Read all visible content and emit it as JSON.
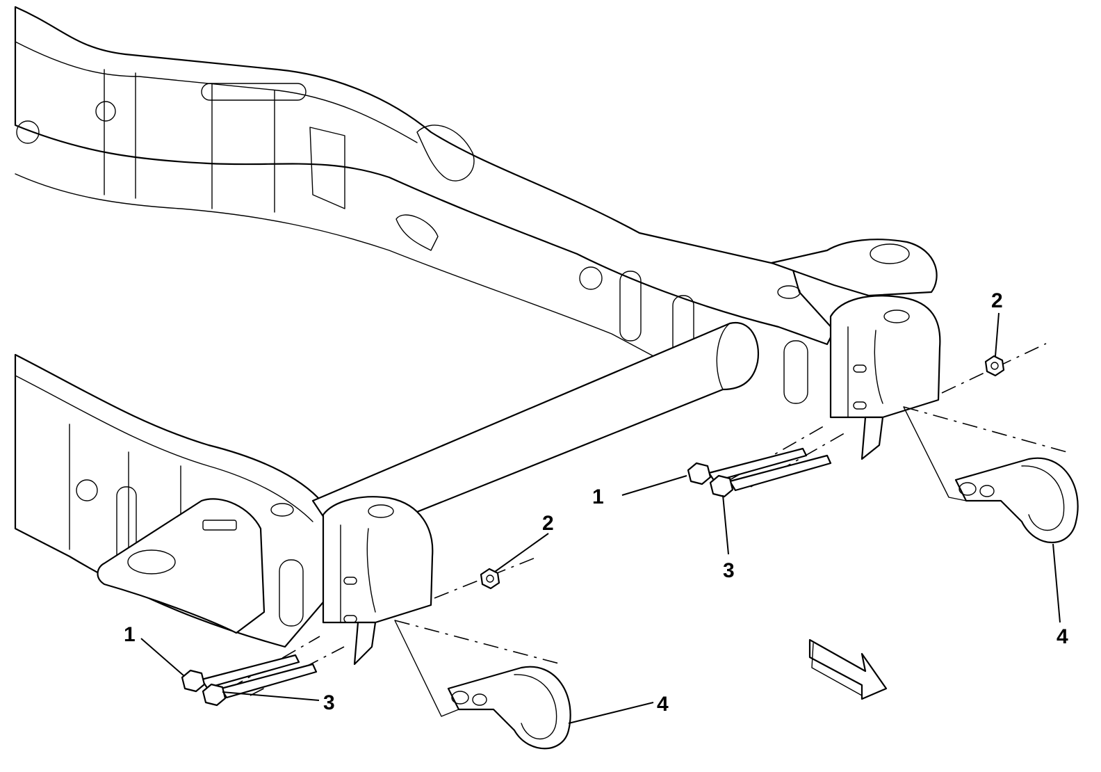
{
  "callouts": {
    "left_1": "1",
    "left_2": "2",
    "left_3": "3",
    "left_4": "4",
    "right_1": "1",
    "right_2": "2",
    "right_3": "3",
    "right_4": "4"
  },
  "icons": {
    "direction_arrow": "forward-direction-arrow-icon"
  }
}
